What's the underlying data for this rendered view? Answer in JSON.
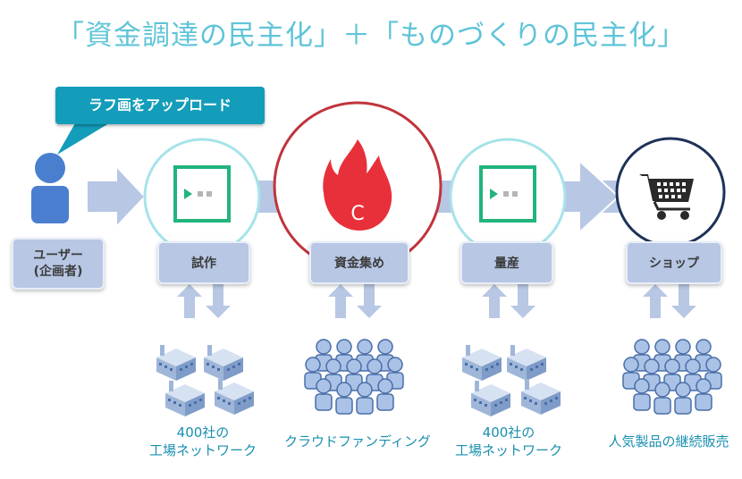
{
  "title": "「資金調達の民主化」＋「ものづくりの民主化」",
  "callout": "ラフ画をアップロード",
  "user": {
    "label_line1": "ユーザー",
    "label_line2": "(企画者)"
  },
  "steps": [
    {
      "label": "試作",
      "icon": "fabrication-screen-icon"
    },
    {
      "label": "資金集め",
      "icon": "flame-logo-icon"
    },
    {
      "label": "量産",
      "icon": "fabrication-screen-icon"
    },
    {
      "label": "ショップ",
      "icon": "shopping-cart-icon"
    }
  ],
  "captions": {
    "factories_1_line1": "400社の",
    "factories_1_line2": "工場ネットワーク",
    "crowdfunding": "クラウドファンディング",
    "factories_2_line1": "400社の",
    "factories_2_line2": "工場ネットワーク",
    "shop": "人気製品の継続販売"
  },
  "logo_letter": "C",
  "colors": {
    "title": "#5fc4d8",
    "callout": "#139dba",
    "label_box": "#b7c7e4",
    "flow_arrow": "#b7c7e4",
    "teal_ring": "#a6e3ea",
    "red_ring": "#c0343c",
    "navy_ring": "#1e3258",
    "caption": "#1a8fb0"
  }
}
